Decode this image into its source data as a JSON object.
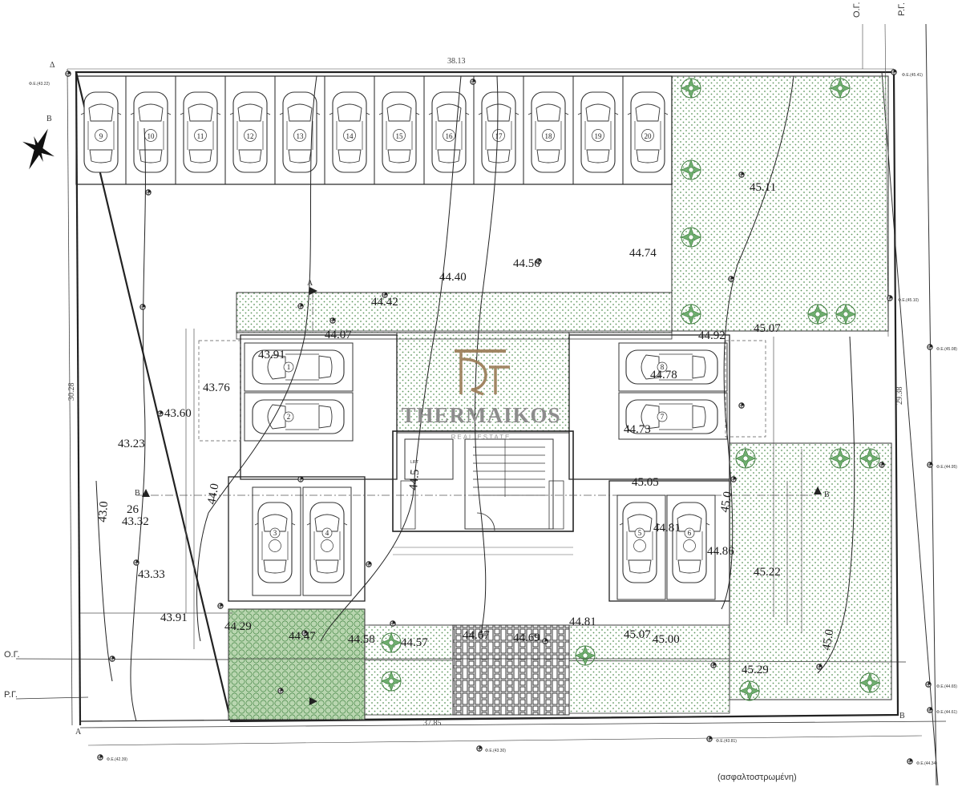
{
  "drawing": {
    "colors": {
      "line": "#222222",
      "green_area": "#4f8a4f",
      "logo": "#9a7b55"
    },
    "brand": {
      "name": "THERMAIKOS",
      "sub": "REAL ESTATE"
    },
    "top_dimension": "38.13",
    "bottom_dimension": "37.85",
    "left_dimension": "30.28",
    "right_dimension": "29.38",
    "street_label": "(ασφαλτοστρωμένη)",
    "top_parking_numbers": [
      "9",
      "10",
      "11",
      "12",
      "13",
      "14",
      "15",
      "16",
      "17",
      "18",
      "19",
      "20"
    ],
    "building_parking_numbers": [
      "1",
      "2",
      "3",
      "4",
      "5",
      "6",
      "7",
      "8"
    ],
    "building_label": "LIFT",
    "corner_labels": {
      "top_left": "Δ",
      "bottom_left": "Α",
      "bottom_right": "Β"
    },
    "section_labels": {
      "a": "A",
      "b": "B"
    },
    "line_labels": {
      "og_left": "Ο.Γ.",
      "rg_left": "Ρ.Γ.",
      "og_top": "Ο.Γ.",
      "rg_top": "Ρ.Γ."
    },
    "north_arrow": "B",
    "elevations": [
      "44.40",
      "44.56",
      "44.74",
      "45.11",
      "44.42",
      "44.07",
      "43.91",
      "44.92",
      "45.07",
      "43.76",
      "44.78",
      "43.60",
      "44.73",
      "43.23",
      "26",
      "43.32",
      "44.0",
      "44.5",
      "45.05",
      "45.0",
      "43.0",
      "44.81",
      "44.86",
      "43.33",
      "45.22",
      "43.91",
      "44.29",
      "44.47",
      "44.58",
      "44.57",
      "44.67",
      "44.69",
      "44.81",
      "45.07",
      "45.00",
      "45.29",
      "45.0"
    ],
    "fe_labels": [
      "Φ.Ε.(43.22)",
      "Φ.Ε.(45.41)",
      "Φ.Ε.(45.10)",
      "Φ.Ε.(45.08)",
      "Φ.Ε.(44.95)",
      "Φ.Ε.(44.65)",
      "Φ.Ε.(44.61)",
      "Φ.Ε.(44.34)",
      "Φ.Ε.(43.81)",
      "Φ.Ε.(43.30)",
      "Φ.Ε.(42.39)"
    ]
  }
}
